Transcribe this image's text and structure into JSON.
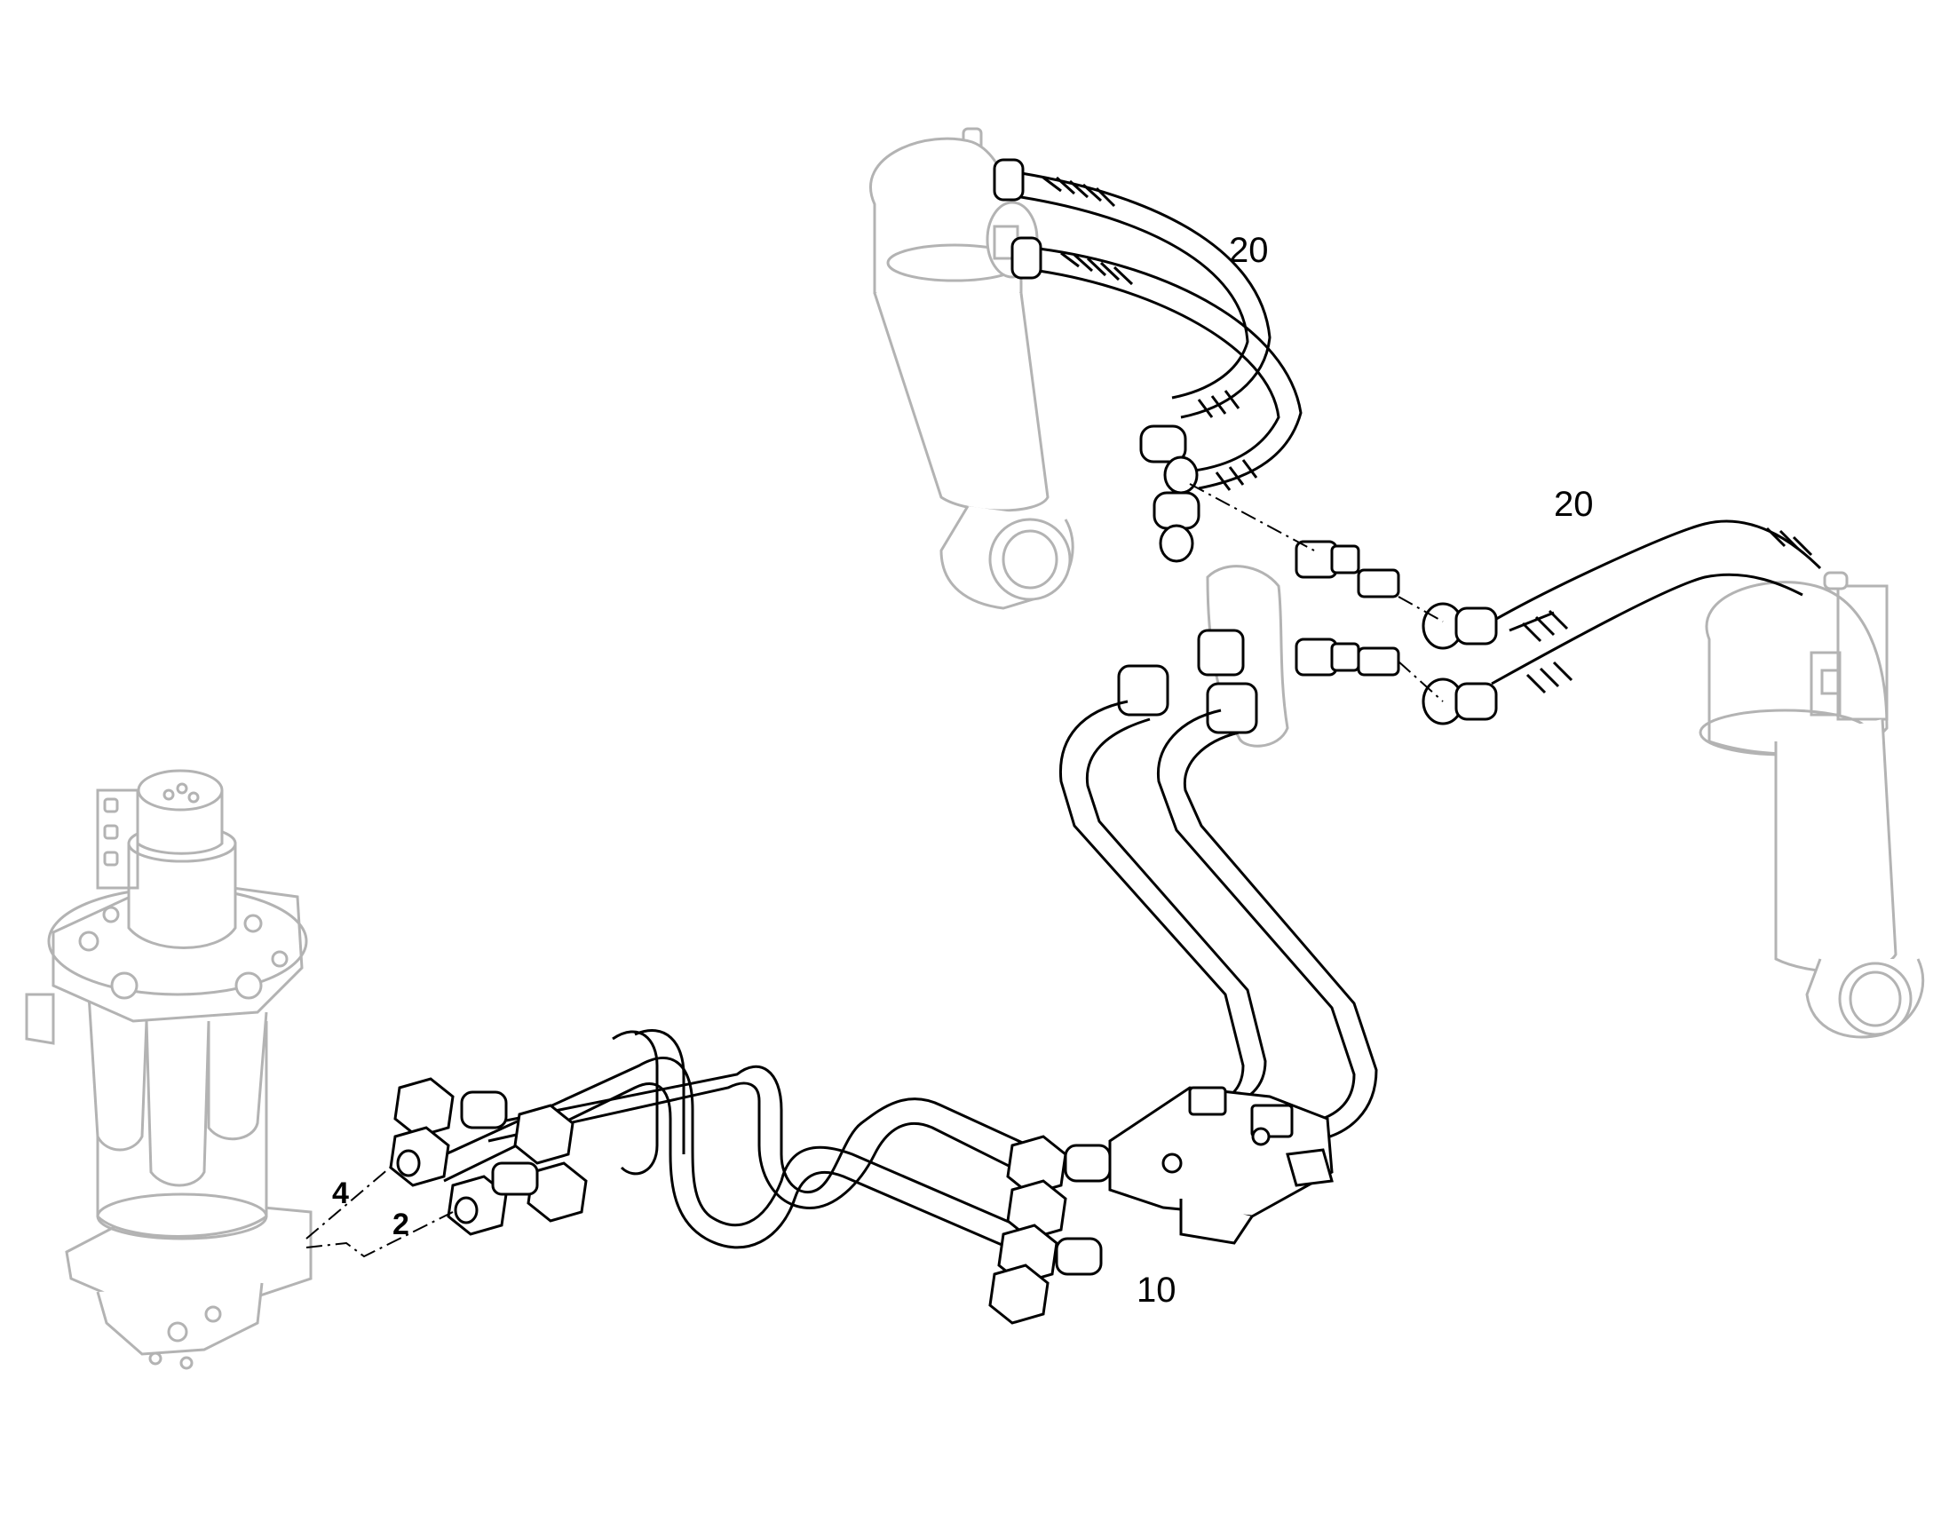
{
  "callouts": {
    "hose_upper": "20",
    "hose_right": "20",
    "pipe_assembly": "10",
    "port_4": "4",
    "port_2": "2"
  },
  "colors": {
    "line": "#000000",
    "ghost_line": "#b3b3b3",
    "background": "#ffffff"
  }
}
